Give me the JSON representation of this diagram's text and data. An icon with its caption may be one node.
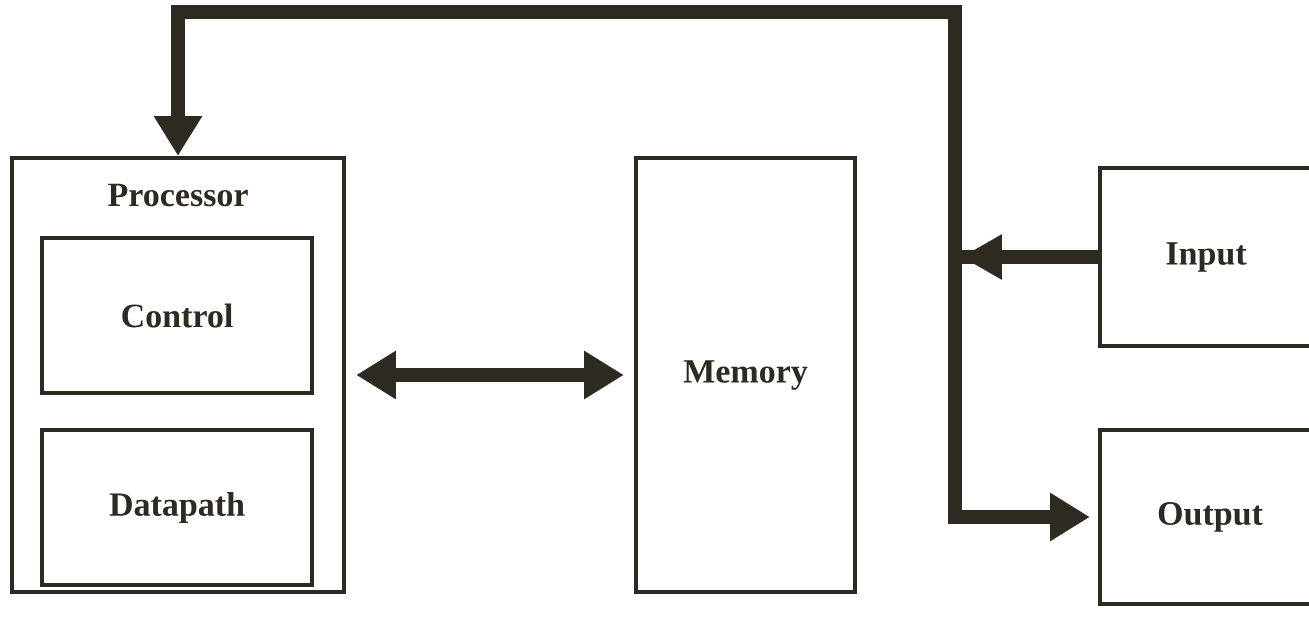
{
  "diagram": {
    "nodes": [
      {
        "text": [
          "Processor"
        ]
      },
      {
        "text": [
          "Control"
        ],
        "in": 0
      },
      {
        "text": [
          "Datapath"
        ],
        "in": 0
      },
      {
        "text": [
          "Memory"
        ]
      },
      {
        "text": [
          "Input"
        ]
      },
      {
        "text": [
          "Output"
        ]
      }
    ],
    "edges": [
      {
        "from": 0,
        "to": 3,
        "arrow": "both"
      },
      {
        "from": 4,
        "to": 0,
        "arrow": "to"
      },
      {
        "from": 4,
        "to": 5,
        "arrow": "to"
      }
    ]
  }
}
